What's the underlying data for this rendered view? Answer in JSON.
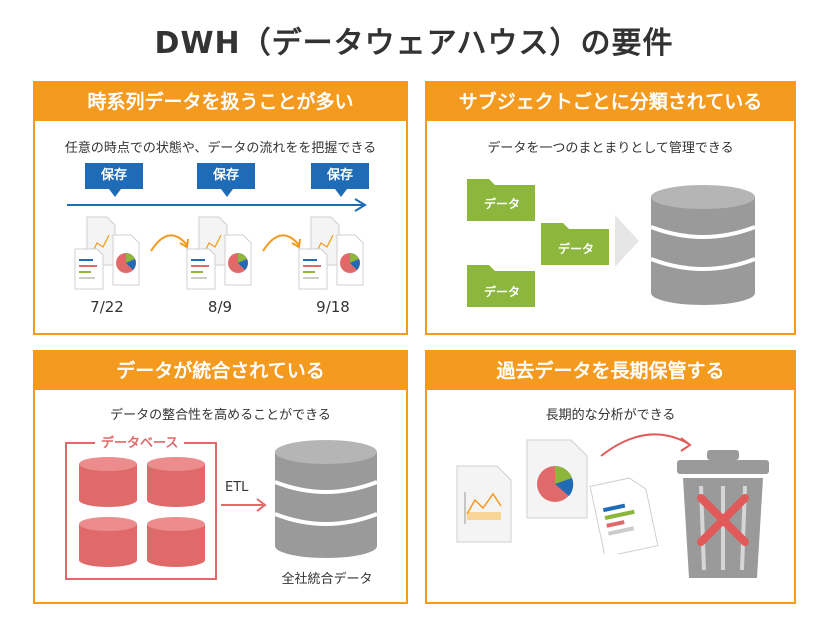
{
  "title": "DWH（データウェアハウス）の要件",
  "panels": {
    "p1": {
      "header": "時系列データを扱うことが多い",
      "subtitle": "任意の時点での状態や、データの流れをを把握できる",
      "tags": [
        "保存",
        "保存",
        "保存"
      ],
      "dates": [
        "7/22",
        "8/9",
        "9/18"
      ]
    },
    "p2": {
      "header": "サブジェクトごとに分類されている",
      "subtitle": "データを一つのまとまりとして管理できる",
      "folders": [
        "データ",
        "データ",
        "データ"
      ]
    },
    "p3": {
      "header": "データが統合されている",
      "subtitle": "データの整合性を高めることができる",
      "group_label": "データベース",
      "etl_label": "ETL",
      "target_label": "全社統合データ"
    },
    "p4": {
      "header": "過去データを長期保管する",
      "subtitle": "長期的な分析ができる"
    }
  },
  "colors": {
    "accent": "#f39a1f",
    "tag_blue": "#1f6bb5",
    "folder_green": "#8cb63c",
    "db_red": "#e06a6a",
    "db_gray": "#9a9a9a",
    "cross_red": "#e05a5a"
  }
}
